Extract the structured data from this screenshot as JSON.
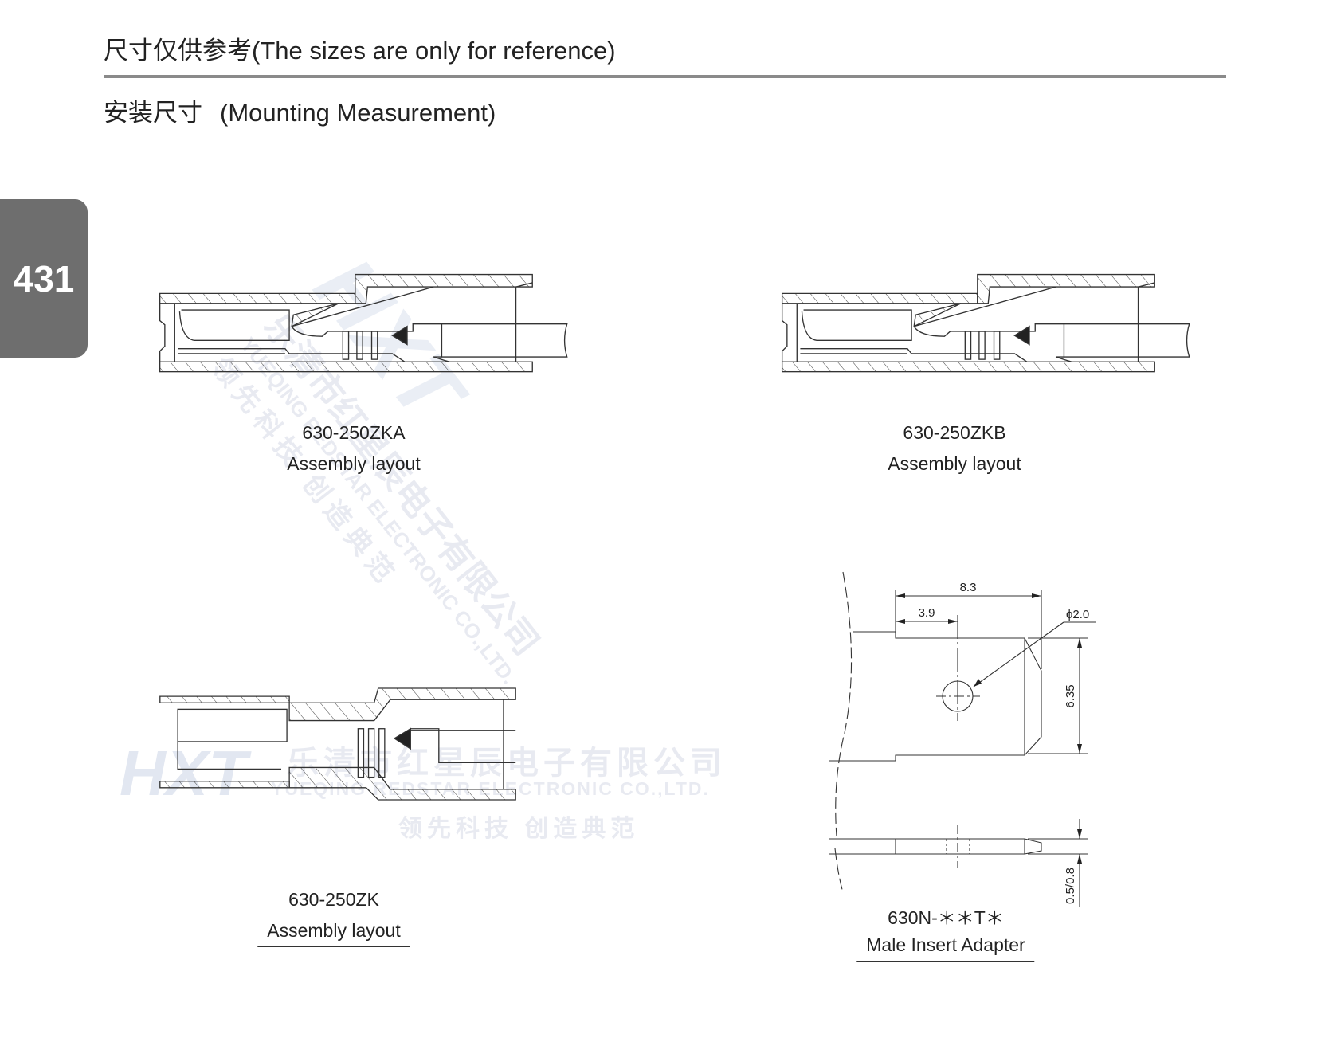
{
  "header": {
    "title": "尺寸仅供参考(The sizes are only for reference)",
    "subtitle_cn": "安装尺寸",
    "subtitle_en": "(Mounting Measurement)"
  },
  "page_tab": "431",
  "figures": [
    {
      "model": "630-250ZKA",
      "caption": "Assembly layout"
    },
    {
      "model": "630-250ZKB",
      "caption": "Assembly layout"
    },
    {
      "model": "630-250ZK",
      "caption": "Assembly layout"
    },
    {
      "model": "630N-＊＊T＊",
      "caption": "Male Insert Adapter"
    }
  ],
  "dimensions": {
    "length": "8.3",
    "hole_offset": "3.9",
    "hole_diameter": "ϕ2.0",
    "width": "6.35",
    "thickness": "0.5/0.8"
  },
  "watermark": {
    "logo": "HXT",
    "company_cn": "乐清市红星辰电子有限公司",
    "company_en": "YUEQING REDSTAR ELECTRONIC CO.,LTD.",
    "slogan": "领先科技 创造典范"
  }
}
